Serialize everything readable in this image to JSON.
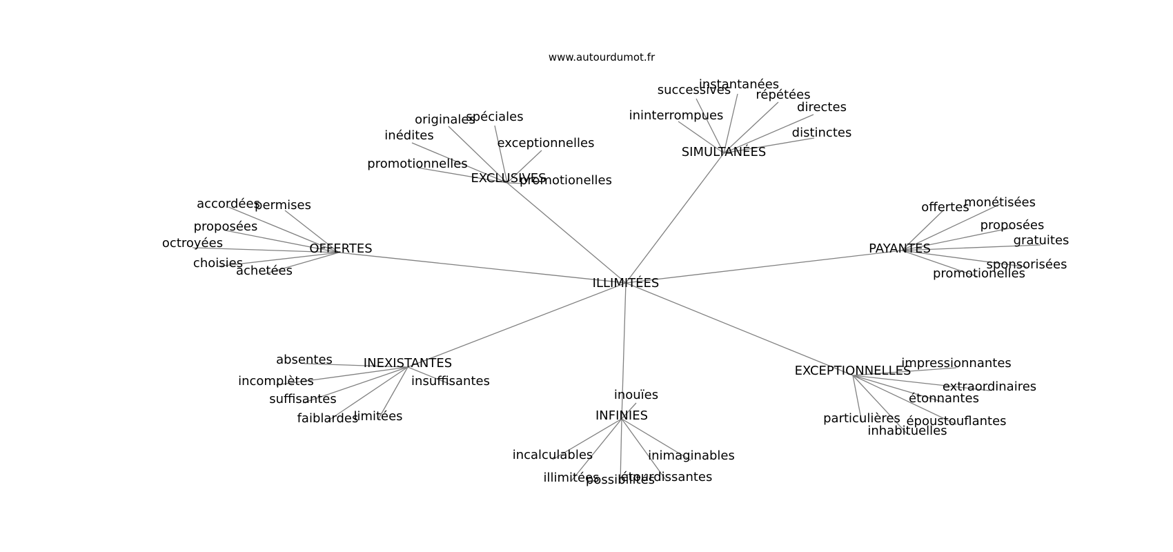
{
  "site": "www.autourdumot.fr",
  "center": {
    "id": "c",
    "label": "ILLIMITÉES"
  },
  "groups": [
    {
      "id": "g1",
      "label": "EXCLUSIVES",
      "words": [
        "originales",
        "spéciales",
        "inédites",
        "exceptionnelles",
        "promotionnelles",
        "promotionelles"
      ]
    },
    {
      "id": "g2",
      "label": "SIMULTANÉES",
      "words": [
        "instantanées",
        "successives",
        "répétées",
        "directes",
        "ininterrompues",
        "distinctes"
      ]
    },
    {
      "id": "g3",
      "label": "OFFERTES",
      "words": [
        "accordées",
        "permises",
        "proposées",
        "octroyées",
        "choisies",
        "achetées"
      ]
    },
    {
      "id": "g4",
      "label": "PAYANTES",
      "words": [
        "offertes",
        "monétisées",
        "proposées",
        "gratuites",
        "sponsorisées",
        "promotionelles"
      ]
    },
    {
      "id": "g5",
      "label": "INEXISTANTES",
      "words": [
        "absentes",
        "incomplètes",
        "insuffisantes",
        "suffisantes",
        "faiblardes",
        "limitées"
      ]
    },
    {
      "id": "g6",
      "label": "INFINIES",
      "words": [
        "inouïes",
        "incalculables",
        "inimaginables",
        "illimitées",
        "possibilités",
        "étourdissantes"
      ]
    },
    {
      "id": "g7",
      "label": "EXCEPTIONNELLES",
      "words": [
        "impressionnantes",
        "extraordinaires",
        "étonnantes",
        "particulières",
        "époustouflantes",
        "inhabituelles"
      ]
    }
  ]
}
